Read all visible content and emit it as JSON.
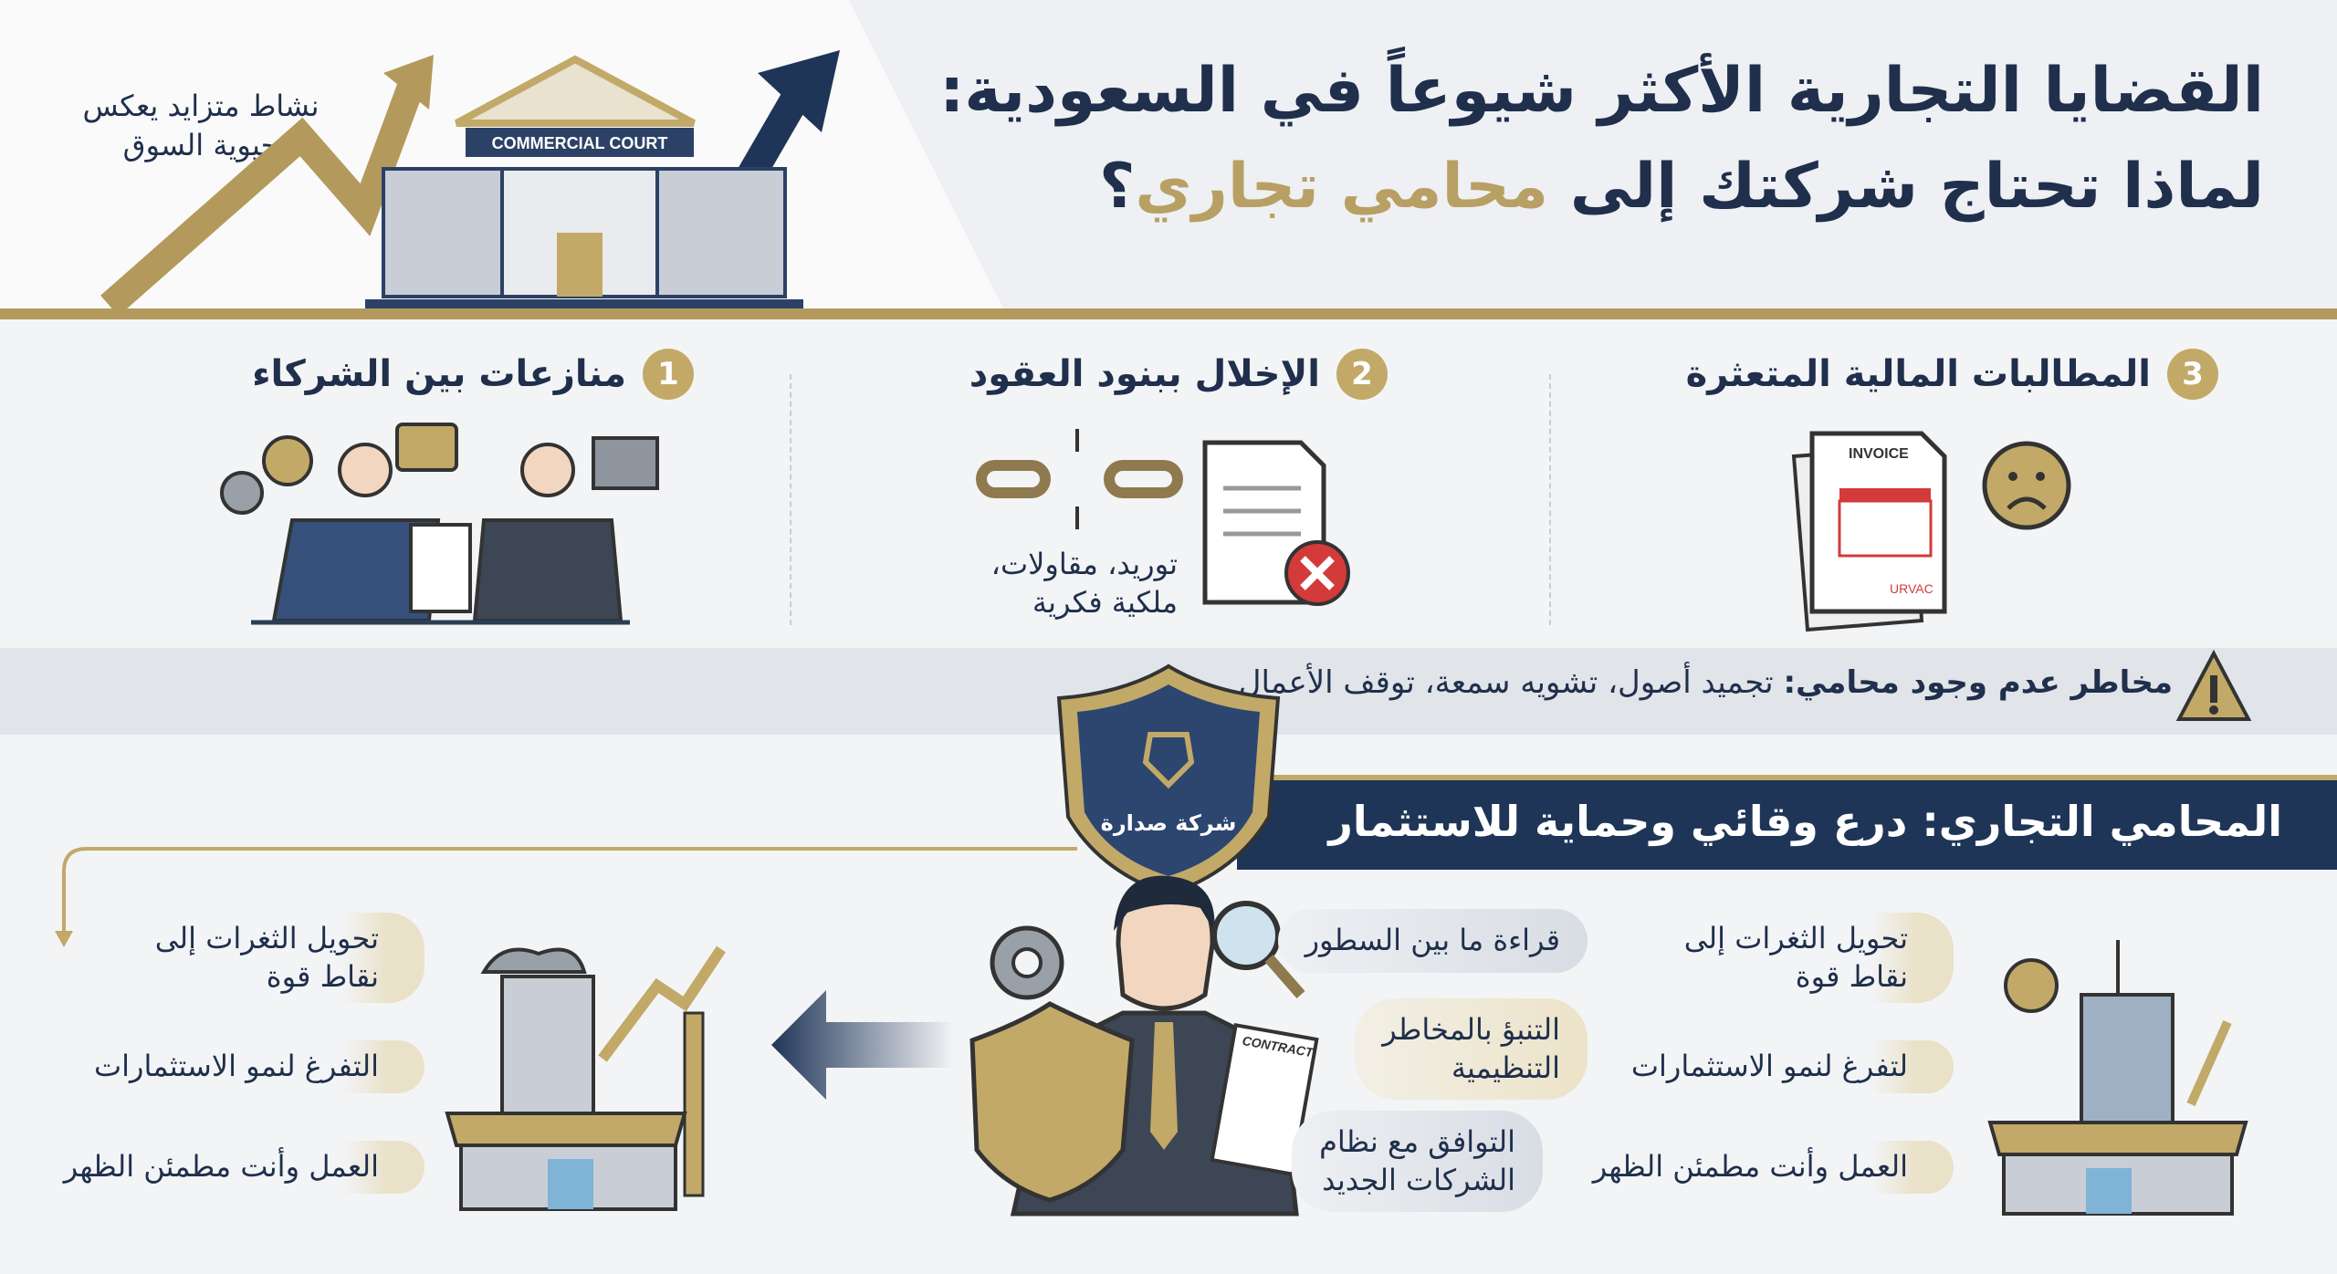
{
  "header": {
    "title_line1": "القضايا التجارية الأكثر شيوعاً في السعودية:",
    "title_line2_prefix": "لماذا تحتاج شركتك إلى",
    "title_line2_highlight": "محامي تجاري",
    "title_line2_suffix": "؟",
    "market_note_line1": "نشاط متزايد يعكس",
    "market_note_line2": "حيوية السوق",
    "court_sign": "COMMERCIAL COURT"
  },
  "issues": [
    {
      "number": "1",
      "title": "منازعات بين الشركاء"
    },
    {
      "number": "2",
      "title": "الإخلال ببنود العقود",
      "note_line1": "توريد، مقاولات،",
      "note_line2": "ملكية فكرية"
    },
    {
      "number": "3",
      "title": "المطالبات المالية المتعثرة",
      "invoice_label": "INVOICE",
      "stamp_label": "URVAC"
    }
  ],
  "warning": {
    "label": "مخاطر عدم وجود محامي:",
    "text": " تجميد أصول، تشويه سمعة، توقف الأعمال"
  },
  "shield": {
    "company": "شركة صدارة"
  },
  "banner": {
    "title": "المحامي التجاري: درع وقائي وحماية للاستثمار"
  },
  "lawyer_skills": [
    "قراءة ما بين السطور",
    "التنبؤ بالمخاطر\nالتنظيمية",
    "التوافق مع نظام\nالشركات الجديد"
  ],
  "contract_label": "CONTRACT",
  "benefits_right": [
    "تحويل الثغرات إلى\nنقاط قوة",
    "لتفرغ لنمو الاستثمارات",
    "العمل وأنت مطمئن الظهر"
  ],
  "benefits_left": [
    "تحويل الثغرات إلى\nنقاط قوة",
    "التفرغ لنمو الاستثمارات",
    "العمل وأنت مطمئن الظهر"
  ],
  "colors": {
    "navy": "#1f3558",
    "gold": "#c2a968",
    "background": "#f3f4f6",
    "danger": "#d33a3a"
  }
}
